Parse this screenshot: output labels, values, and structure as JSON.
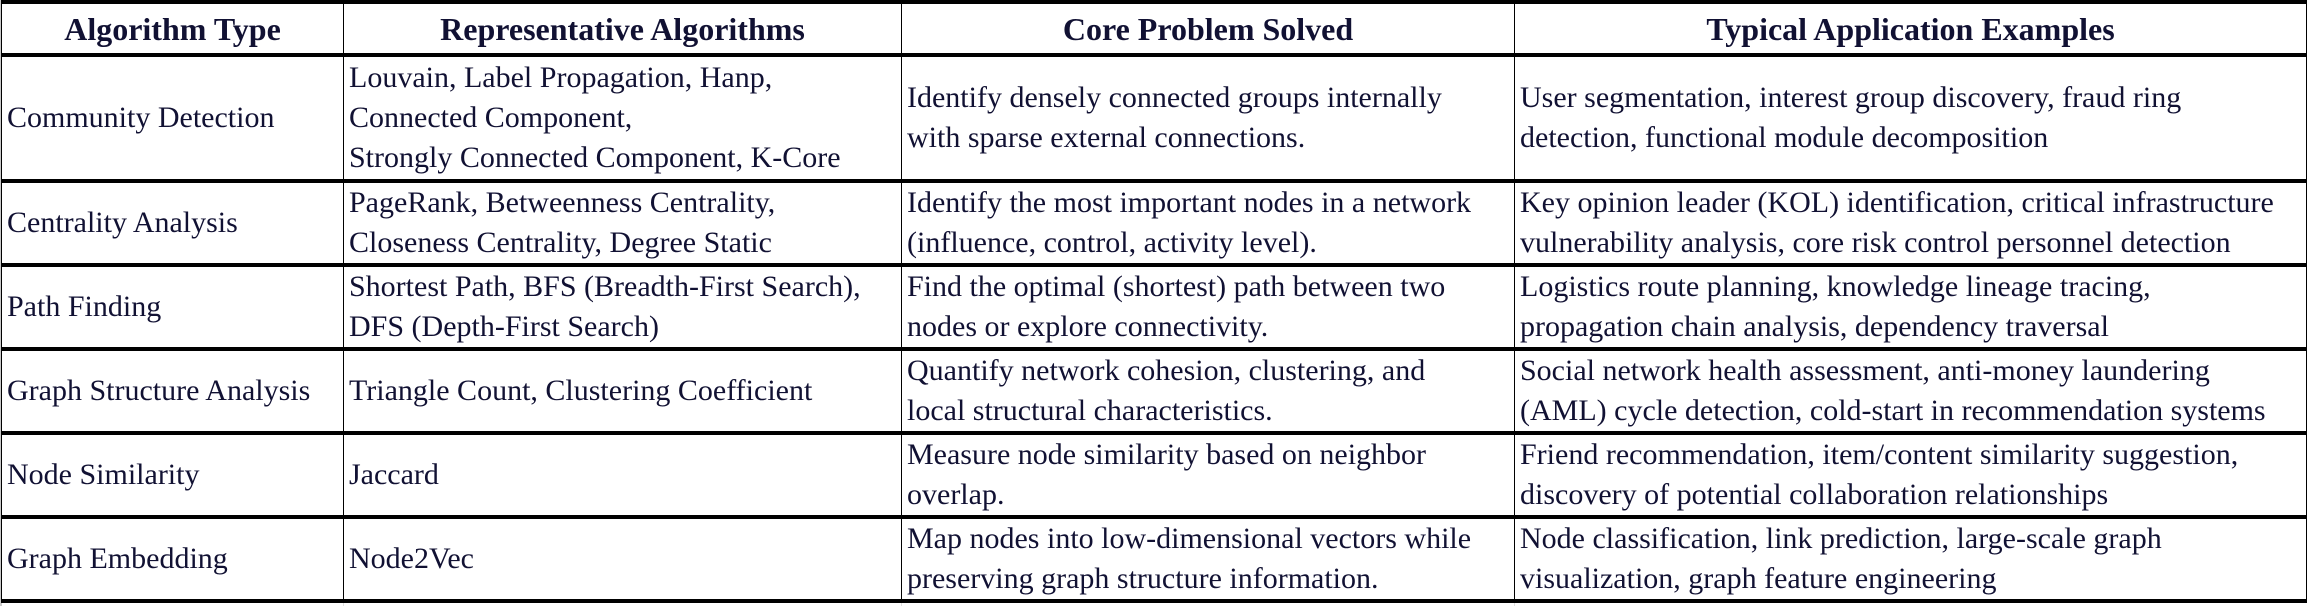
{
  "table": {
    "headers": [
      "Algorithm Type",
      "Representative Algorithms",
      "Core Problem Solved",
      "Typical Application Examples"
    ],
    "rows": [
      {
        "type": "Community Detection",
        "algorithms": "Louvain, Label Propagation, Hanp,\nConnected Component,\nStrongly Connected Component, K-Core",
        "problem": "Identify densely connected groups internally\nwith sparse external connections.",
        "examples": "User segmentation, interest group discovery, fraud ring\ndetection, functional module decomposition"
      },
      {
        "type": "Centrality Analysis",
        "algorithms": "PageRank, Betweenness Centrality,\nCloseness Centrality, Degree Static",
        "problem": "Identify the most important nodes in a network\n(influence, control, activity level).",
        "examples": "Key opinion leader (KOL) identification, critical infrastructure\nvulnerability analysis, core risk control personnel detection"
      },
      {
        "type": "Path Finding",
        "algorithms": "Shortest Path, BFS (Breadth-First Search),\nDFS (Depth-First Search)",
        "problem": "Find the optimal (shortest) path between two\nnodes or explore connectivity.",
        "examples": "Logistics route planning, knowledge lineage tracing,\npropagation chain analysis, dependency traversal"
      },
      {
        "type": "Graph Structure Analysis",
        "algorithms": "Triangle Count, Clustering Coefficient",
        "problem": "Quantify network cohesion, clustering, and\nlocal structural characteristics.",
        "examples": "Social network health assessment, anti-money laundering\n(AML) cycle detection, cold-start in recommendation systems"
      },
      {
        "type": "Node Similarity",
        "algorithms": "Jaccard",
        "problem": "Measure node similarity based on neighbor\noverlap.",
        "examples": "Friend recommendation, item/content similarity suggestion,\ndiscovery of potential collaboration relationships"
      },
      {
        "type": "Graph Embedding",
        "algorithms": "Node2Vec",
        "problem": "Map nodes into low-dimensional vectors while\npreserving graph structure information.",
        "examples": "Node classification, link prediction, large-scale graph\nvisualization, graph feature engineering"
      }
    ]
  }
}
